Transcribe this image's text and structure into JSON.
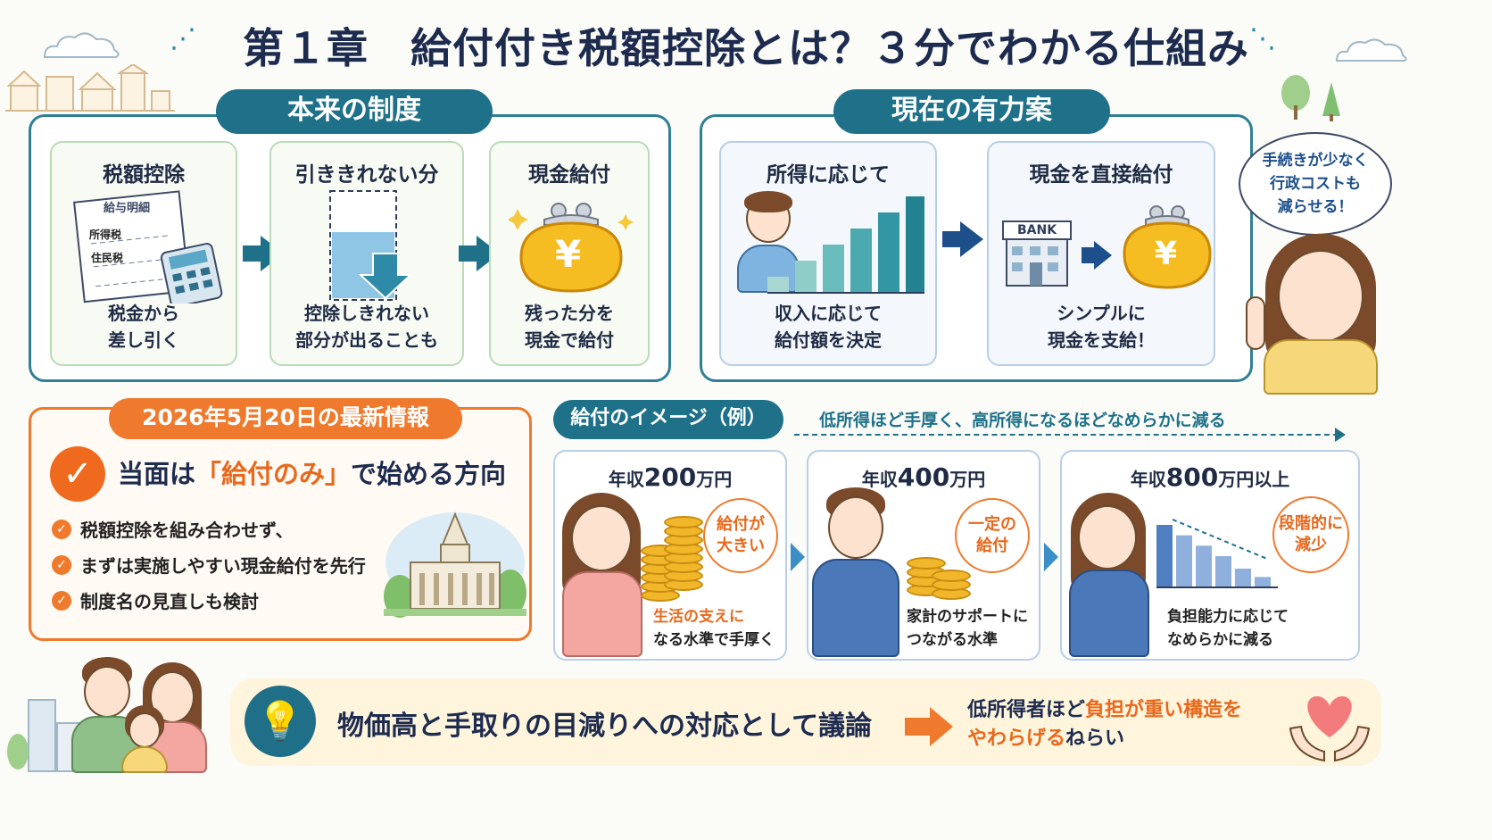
{
  "title": "第１章　給付付き税額控除とは？３分でわかる仕組み",
  "left_panel": {
    "label": "本来の制度",
    "cards": [
      {
        "head": "税額控除",
        "foot1": "税金から",
        "foot2": "差し引く",
        "doc_title": "給与明細",
        "doc_line1": "所得税",
        "doc_line2": "住民税"
      },
      {
        "head": "引ききれない分",
        "foot1": "控除しきれない",
        "foot2": "部分が出ることも"
      },
      {
        "head": "現金給付",
        "foot1": "残った分を",
        "foot2": "現金で給付",
        "yen": "¥"
      }
    ]
  },
  "right_panel": {
    "label": "現在の有力案",
    "cards": [
      {
        "head": "所得に応じて",
        "foot1": "収入に応じて",
        "foot2": "給付額を決定"
      },
      {
        "head": "現金を直接給付",
        "foot1": "シンプルに",
        "foot2": "現金を支給！",
        "bank": "BANK",
        "yen": "¥"
      }
    ],
    "speech": [
      "手続きが少なく",
      "行政コストも",
      "減らせる！"
    ]
  },
  "news": {
    "label": "2026年5月20日の最新情報",
    "headline_pre": "当面は",
    "headline_hl": "「給付のみ」",
    "headline_post": "で始める方向",
    "bullets": [
      "税額控除を組み合わせず、",
      "まずは実施しやすい現金給付を先行",
      "制度名の見直しも検討"
    ]
  },
  "image_section": {
    "label": "給付のイメージ（例）",
    "note": "低所得ほど手厚く、高所得になるほどなめらかに減る",
    "cards": [
      {
        "pre": "年収",
        "amount": "200",
        "post": "万円",
        "bubble1": "給付が",
        "bubble2": "大きい",
        "foot1": "生活の支えに",
        "foot2": "なる水準で手厚く"
      },
      {
        "pre": "年収",
        "amount": "400",
        "post": "万円",
        "bubble1": "一定の",
        "bubble2": "給付",
        "foot1": "家計のサポートに",
        "foot2": "つながる水準"
      },
      {
        "pre": "年収",
        "amount": "800",
        "post": "万円以上",
        "bubble1": "段階的に",
        "bubble2": "減少",
        "foot1": "負担能力に応じて",
        "foot2": "なめらかに減る"
      }
    ]
  },
  "bottom": {
    "text": "物価高と手取りの目減りへの対応として議論",
    "aim_pre": "低所得者ほど",
    "aim_hl": "負担が重い構造を",
    "aim_hl2": "やわらげる",
    "aim_post": "ねらい"
  },
  "colors": {
    "teal": "#1e7189",
    "orange": "#ef7a2e",
    "navy": "#1d2b4f",
    "blue": "#3b8fc6"
  },
  "income_chart": {
    "values": [
      1,
      2,
      3,
      4,
      5,
      6
    ]
  },
  "decrease_chart": {
    "values": [
      6,
      5,
      4,
      3,
      1.8,
      1
    ]
  }
}
